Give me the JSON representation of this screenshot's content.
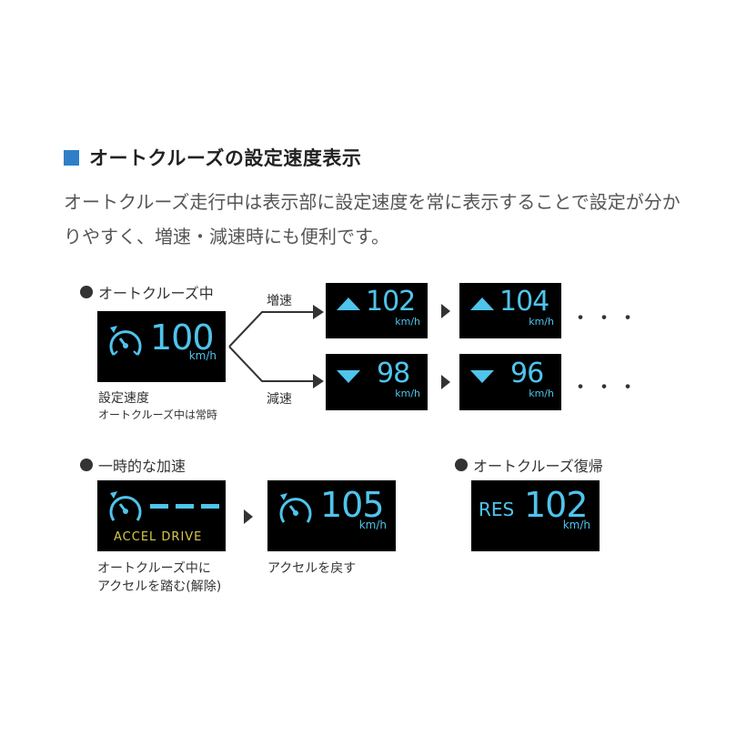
{
  "header": {
    "title": "オートクルーズの設定速度表示",
    "title_marker_color": "#2f7fc8"
  },
  "description": "オートクルーズ走行中は表示部に設定速度を常に表示することで設定が分かりやすく、増速・減速時にも便利です。",
  "colors": {
    "display_text": "#4fc4ec",
    "accel_text": "#d8c84a",
    "display_bg": "#000000"
  },
  "cruise": {
    "heading": "オートクルーズ中",
    "main_display": {
      "speed": "100",
      "unit": "km/h",
      "icon": "speedometer-cruise-icon"
    },
    "caption_main": "設定速度",
    "caption_sub": "オートクルーズ中は常時",
    "increase_label": "増速",
    "decrease_label": "減速",
    "increase_steps": [
      {
        "speed": "102",
        "unit": "km/h",
        "icon": "triangle-up-icon"
      },
      {
        "speed": "104",
        "unit": "km/h",
        "icon": "triangle-up-icon"
      }
    ],
    "decrease_steps": [
      {
        "speed": "98",
        "unit": "km/h",
        "icon": "triangle-down-icon"
      },
      {
        "speed": "96",
        "unit": "km/h",
        "icon": "triangle-down-icon"
      }
    ],
    "ellipsis": "・・・"
  },
  "temp_accel": {
    "heading": "一時的な加速",
    "display_1": {
      "speed": "---",
      "mode": "ACCEL DRIVE"
    },
    "caption_1_line1": "オートクルーズ中に",
    "caption_1_line2": "アクセルを踏む(解除)",
    "display_2": {
      "speed": "105",
      "unit": "km/h"
    },
    "caption_2": "アクセルを戻す"
  },
  "resume": {
    "heading": "オートクルーズ復帰",
    "display": {
      "prefix": "RES",
      "speed": "102",
      "unit": "km/h"
    }
  }
}
